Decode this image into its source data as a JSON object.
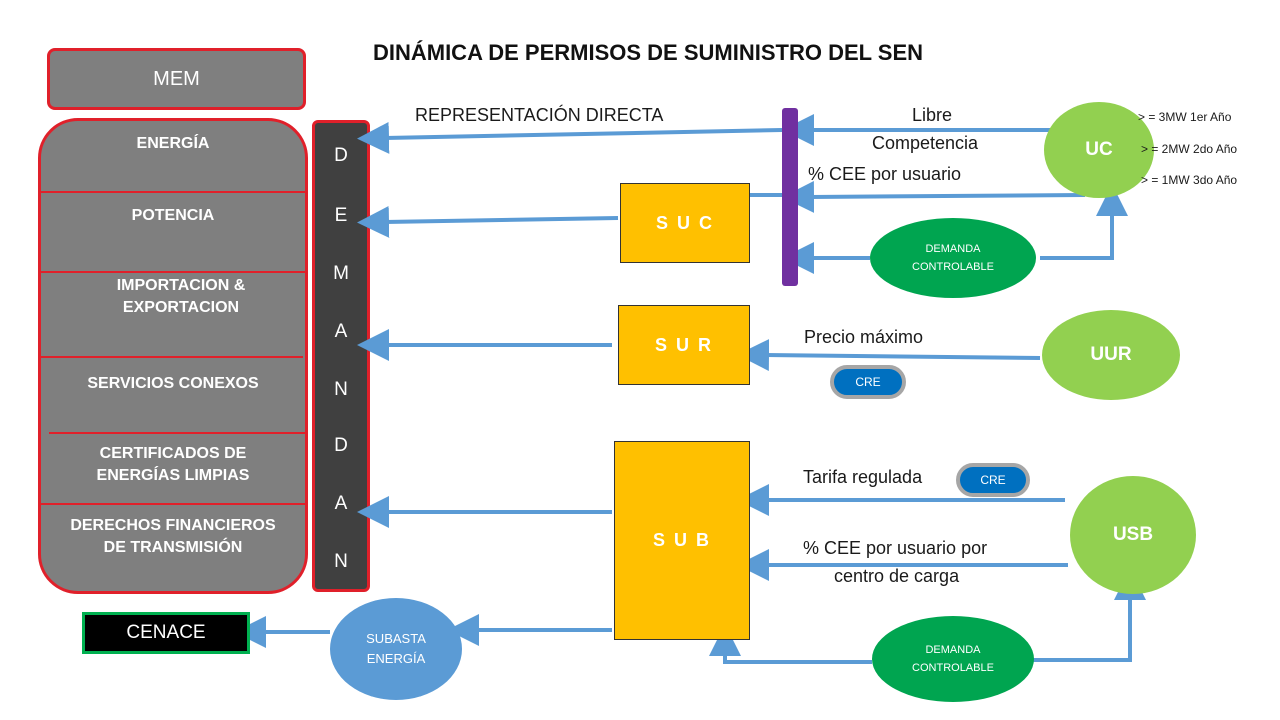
{
  "title": "DINÁMICA DE PERMISOS DE  SUMINISTRO DEL SEN",
  "mem": {
    "label": "MEM",
    "items": [
      "ENERGÍA",
      "POTENCIA",
      "IMPORTACION & EXPORTACION",
      "SERVICIOS CONEXOS",
      "CERTIFICADOS DE ENERGÍAS LIMPIAS",
      "DERECHOS FINANCIEROS DE  TRANSMISIÓN"
    ]
  },
  "demanda_letters": [
    "D",
    "E",
    "M",
    "A",
    "N",
    "D",
    "A",
    "N"
  ],
  "boxes": {
    "suc": "S U C",
    "sur": "S U R",
    "sub": "S U B"
  },
  "users": {
    "uc": "UC",
    "uur": "UUR",
    "usb": "USB"
  },
  "uc_thresholds": [
    ">  = 3MW 1er Año",
    ">  = 2MW 2do Año",
    ">  = 1MW 3do Año"
  ],
  "labels": {
    "representacion": "REPRESENTACIÓN DIRECTA",
    "libre": "Libre",
    "competencia": "Competencia",
    "cee_usuario": "% CEE por usuario",
    "precio_maximo": "Precio máximo",
    "tarifa_regulada": "Tarifa regulada",
    "cee_centro_1": "% CEE por usuario por",
    "cee_centro_2": "centro de carga"
  },
  "demanda_controlable": {
    "line1": "DEMANDA",
    "line2": "CONTROLABLE"
  },
  "cre": "CRE",
  "cenace": "CENACE",
  "subasta": {
    "line1": "SUBASTA",
    "line2": "ENERGÍA"
  },
  "colors": {
    "red_border": "#e0202a",
    "gray": "#7f7f7f",
    "yellow": "#ffc000",
    "purple": "#7030a0",
    "light_green": "#92d050",
    "dark_green": "#00a550",
    "blue": "#0070c0",
    "arrow": "#5b9bd5"
  }
}
